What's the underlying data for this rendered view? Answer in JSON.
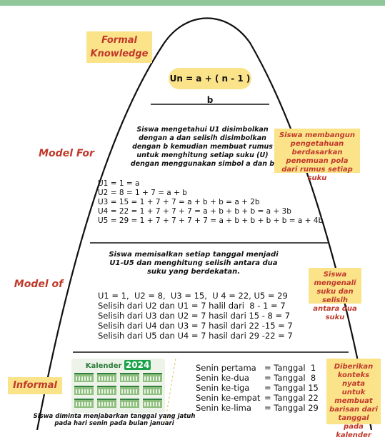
{
  "levels": {
    "formal": {
      "label_line1": "Formal",
      "label_line2": "Knowledge",
      "formula": "Un = a + ( n - 1 )  b"
    },
    "model_for": {
      "label": "Model For",
      "description": "Siswa mengetahui U1 disimbolkan dengan a dan selisih disimbolkan dengan b kemudian membuat rumus untuk menghitung setiap suku (U) dengan menggunakan simbol a dan b",
      "lines": [
        "U1 = 1 = a",
        "U2 = 8 = 1 + 7 = a + b",
        "U3 = 15 = 1 + 7 + 7 = a + b + b = a + 2b",
        "U4 = 22 = 1 + 7 + 7 + 7 = a + b + b + b = a + 3b",
        "U5 = 29 = 1 + 7 + 7 + 7 + 7 = a + b + b + b + b = a + 4b"
      ],
      "note": "Siswa membangun pengetahuan berdasarkan penemuan pola  dari rumus setiap suku"
    },
    "model_of": {
      "label": "Model of",
      "description": "Siswa memisalkan setiap tanggal menjadi U1-U5 dan menghitung selisih antara dua suku yang berdekatan.",
      "lines": [
        "U1 = 1,  U2 = 8,  U3 = 15,  U 4 = 22, U5 = 29",
        "Selisih dari U2 dan U1 = 7 halil dari  8 - 1 = 7",
        "Selisih dari U3 dan U2 = 7 hasil dari 15 - 8 = 7",
        "Selisih dari U4 dan U3 = 7 hasil dari 22 -15 = 7",
        "Selisih dari U5 dan U4 = 7 hasil dari 29 -22 = 7"
      ],
      "note": "Siswa mengenali suku dan  selisih antara dua suku"
    },
    "informal": {
      "label": "Informal",
      "calendar_title": "Kalender",
      "calendar_year": "2024",
      "caption": "Siswa diminta menjabarkan tanggal yang jatuh pada hari senin pada bulan januari",
      "rows": [
        {
          "day": "Senin pertama",
          "date": "= Tanggal  1"
        },
        {
          "day": "Senin ke-dua",
          "date": "= Tanggal  8"
        },
        {
          "day": "Senin ke-tiga",
          "date": "= Tanggal 15"
        },
        {
          "day": "Senin ke-empat",
          "date": "= Tanggal 22"
        },
        {
          "day": "Senin ke-lima",
          "date": "= Tanggal 29"
        }
      ],
      "note": "Diberikan konteks nyata untuk membuat barisan dari tanggal  pada kalender"
    }
  },
  "colors": {
    "accent_bg": "#fbe38a",
    "accent_text": "#c0392b",
    "line": "#111111",
    "header_band": "#8fc79a"
  }
}
